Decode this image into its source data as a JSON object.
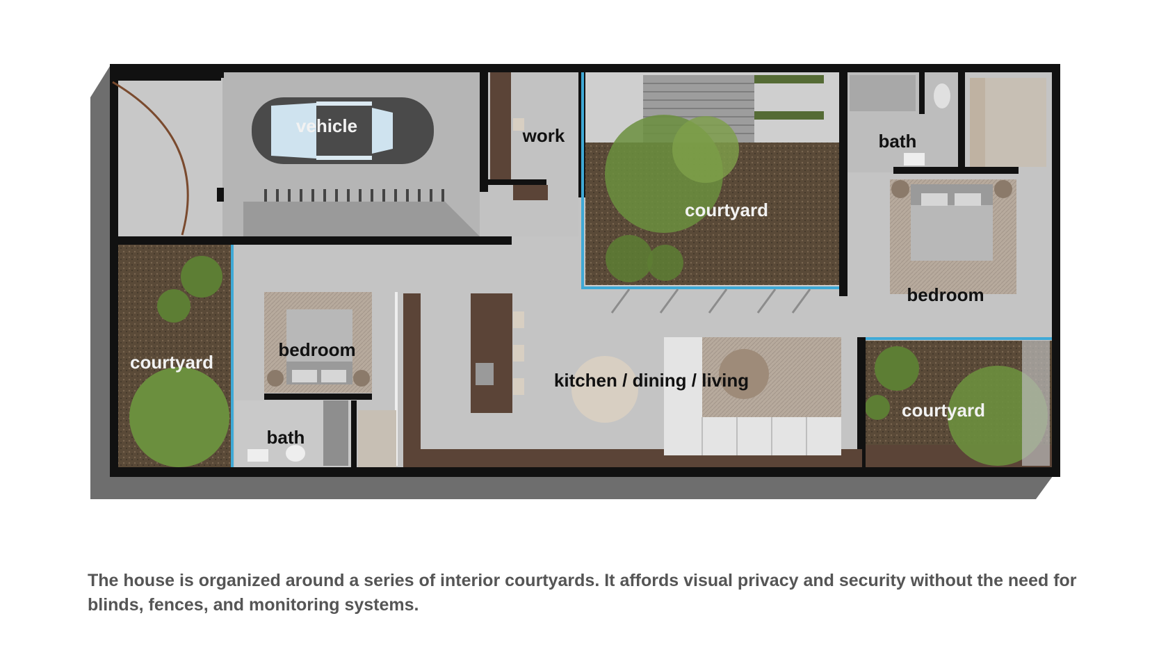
{
  "labels": {
    "vehicle": "vehicle",
    "work": "work",
    "courtyard_center": "courtyard",
    "bath_right": "bath",
    "bedroom_right": "bedroom",
    "courtyard_left": "courtyard",
    "bedroom_left": "bedroom",
    "kitchen": "kitchen / dining / living",
    "bath_left": "bath",
    "courtyard_right": "courtyard"
  },
  "caption": "The house is organized around a series of interior courtyards.  It affords visual privacy and security without the need for blinds, fences, and monitoring systems.",
  "colors": {
    "wall": "#111111",
    "floor": "#c4c4c4",
    "shadow": "#6e6e6e",
    "glazing": "#3fa9d6",
    "planting": "#6b8f3e",
    "mulch": "#5a4a38",
    "wood": "#5b4437",
    "rug": "#b9ada1"
  }
}
